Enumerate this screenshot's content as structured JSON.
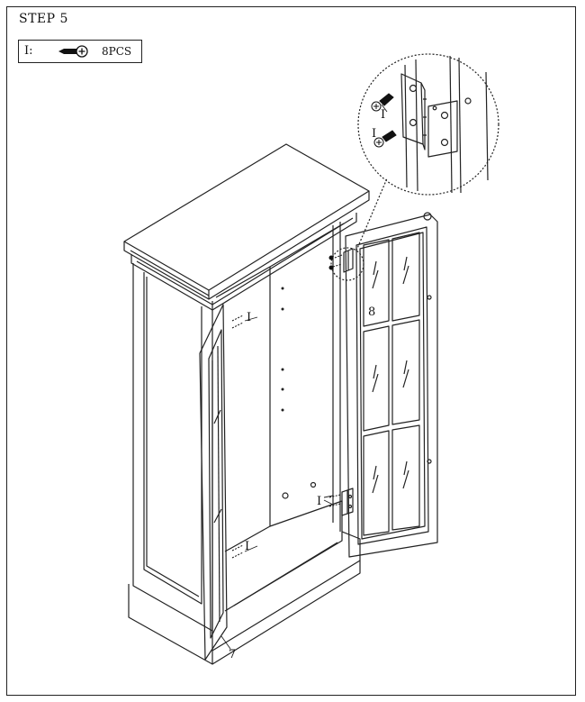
{
  "step": {
    "title": "STEP  5"
  },
  "parts": {
    "id_label": "I:",
    "quantity": "8PCS",
    "icon": "screw-icon"
  },
  "callouts": {
    "screw_mark": "I",
    "left_door_number": "7",
    "right_door_number": "8"
  }
}
